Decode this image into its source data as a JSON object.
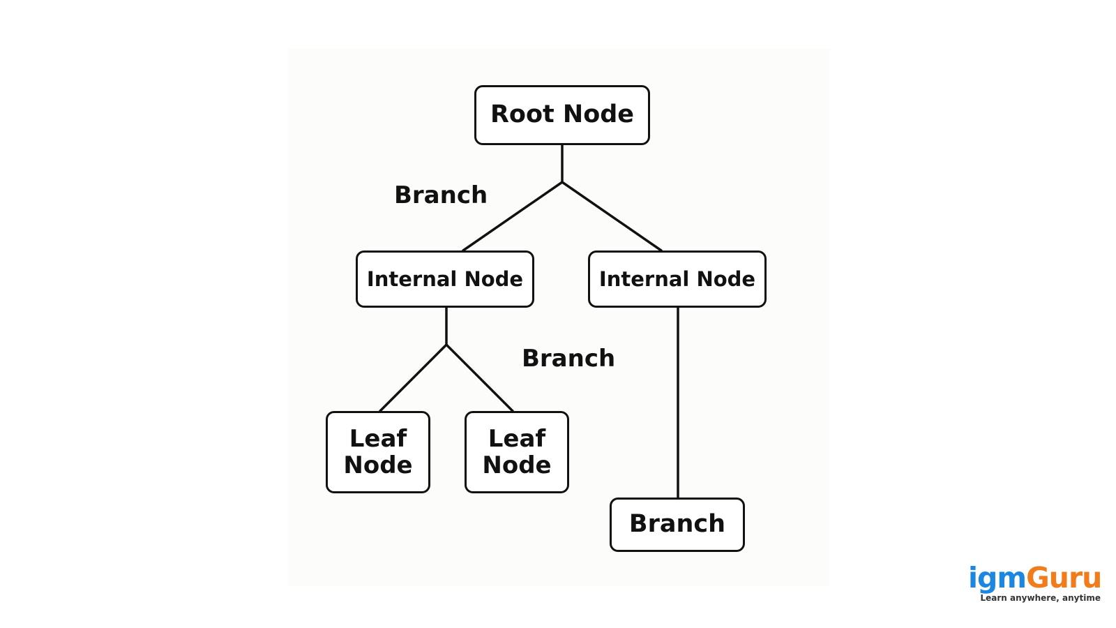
{
  "diagram": {
    "root": {
      "label": "Root Node"
    },
    "internal_left": {
      "label": "Internal Node"
    },
    "internal_right": {
      "label": "Internal Node"
    },
    "leaf_1": {
      "line1": "Leaf",
      "line2": "Node"
    },
    "leaf_2": {
      "line1": "Leaf",
      "line2": "Node"
    },
    "branch_box": {
      "label": "Branch"
    },
    "branch_label_1": "Branch",
    "branch_label_2": "Branch"
  },
  "logo": {
    "part1": "igm",
    "part2": "Guru",
    "tagline": "Learn anywhere, anytime",
    "colors": {
      "part1": "#1b87e0",
      "part2": "#f07c1b"
    }
  },
  "colors": {
    "line": "#111111",
    "background": "#ffffff"
  }
}
